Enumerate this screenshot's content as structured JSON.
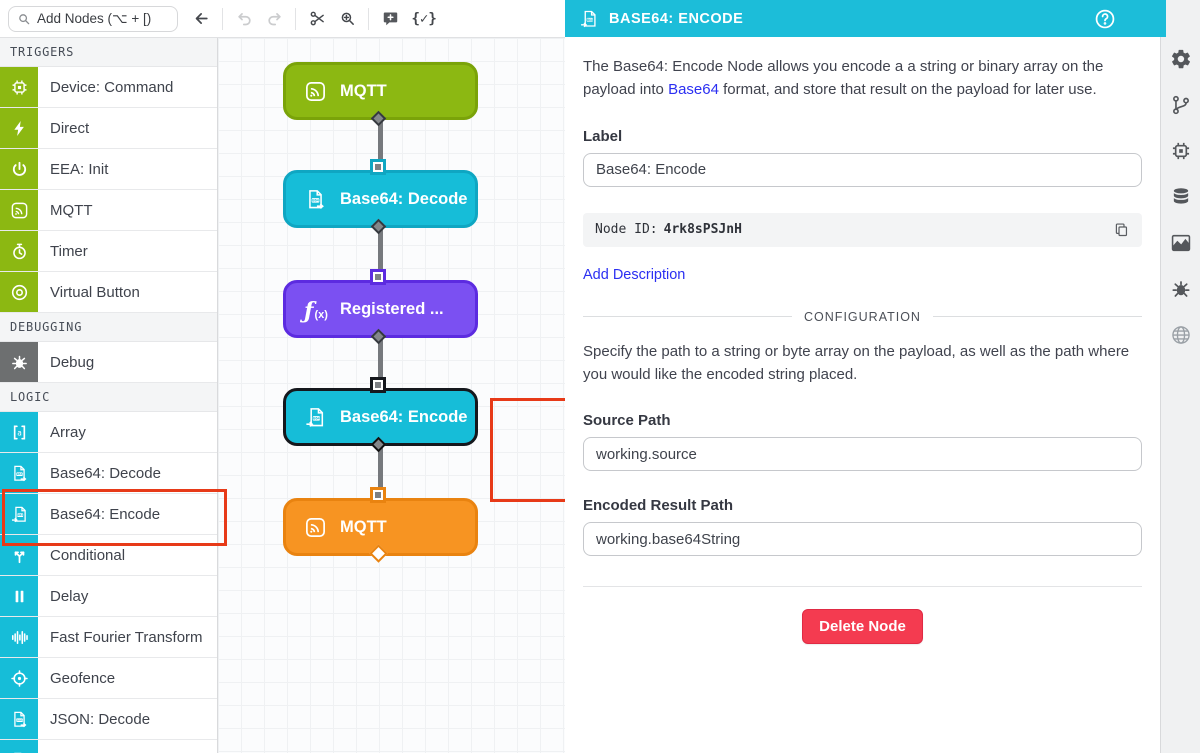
{
  "toolbar": {
    "search_placeholder": "Add Nodes (⌥ + [)"
  },
  "sidebar": {
    "sections": [
      {
        "title": "TRIGGERS",
        "items": [
          {
            "label": "Device: Command"
          },
          {
            "label": "Direct"
          },
          {
            "label": "EEA: Init"
          },
          {
            "label": "MQTT"
          },
          {
            "label": "Timer"
          },
          {
            "label": "Virtual Button"
          }
        ]
      },
      {
        "title": "DEBUGGING",
        "items": [
          {
            "label": "Debug"
          }
        ]
      },
      {
        "title": "LOGIC",
        "items": [
          {
            "label": "Array"
          },
          {
            "label": "Base64: Decode"
          },
          {
            "label": "Base64: Encode"
          },
          {
            "label": "Conditional"
          },
          {
            "label": "Delay"
          },
          {
            "label": "Fast Fourier Transform"
          },
          {
            "label": "Geofence"
          },
          {
            "label": "JSON: Decode"
          }
        ]
      }
    ]
  },
  "canvas": {
    "nodes": [
      {
        "label": "MQTT"
      },
      {
        "label": "Base64: Decode"
      },
      {
        "label": "Registered ..."
      },
      {
        "label": "Base64: Encode"
      },
      {
        "label": "MQTT"
      }
    ]
  },
  "panel": {
    "title": "BASE64: ENCODE",
    "description": {
      "before": "The Base64: Encode Node allows you encode a a string or binary array on the payload into ",
      "link": "Base64",
      "after": " format, and store that result on the payload for later use."
    },
    "label_field": {
      "label": "Label",
      "value": "Base64: Encode"
    },
    "node_id": {
      "prefix": "Node ID:",
      "value": "4rk8sPSJnH"
    },
    "add_description": "Add Description",
    "configuration_heading": "CONFIGURATION",
    "config_description": "Specify the path to a string or byte array on the payload, as well as the path where you would like the encoded string placed.",
    "source_path": {
      "label": "Source Path",
      "value": "working.source"
    },
    "encoded_result_path": {
      "label": "Encoded Result Path",
      "value": "working.base64String"
    },
    "delete_button": "Delete Node"
  },
  "colors": {
    "trigger_green": "#8cb812",
    "logic_cyan": "#16bdd8",
    "debug_gray": "#6d6f70",
    "function_purple": "#7b50f2",
    "output_orange": "#f79422",
    "header_cyan": "#1cbdd9",
    "annotation_red": "#e73a18",
    "delete_red": "#f43b50",
    "link_blue": "#2b2ff2"
  }
}
